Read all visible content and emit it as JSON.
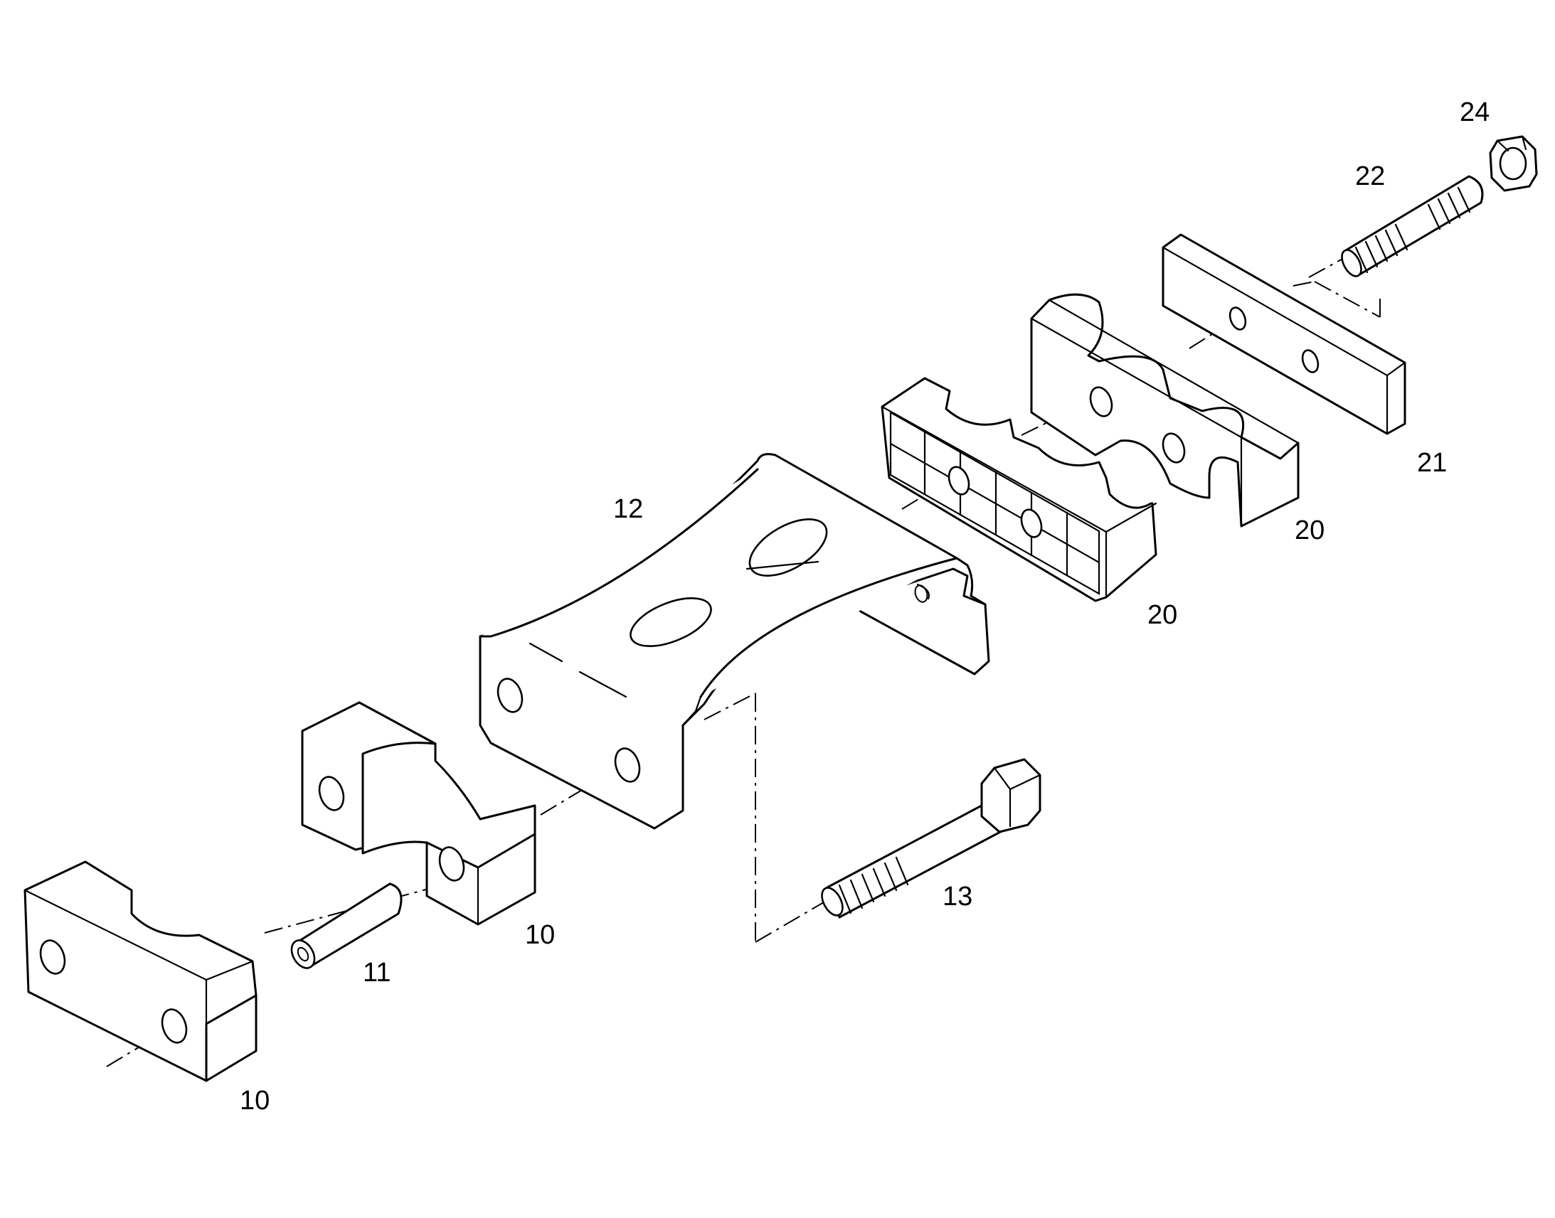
{
  "diagram": {
    "callouts": {
      "part_24": "24",
      "part_22": "22",
      "part_21": "21",
      "part_20_upper": "20",
      "part_20_lower": "20",
      "part_12": "12",
      "part_13": "13",
      "part_10_upper": "10",
      "part_10_lower": "10",
      "part_11": "11"
    }
  }
}
